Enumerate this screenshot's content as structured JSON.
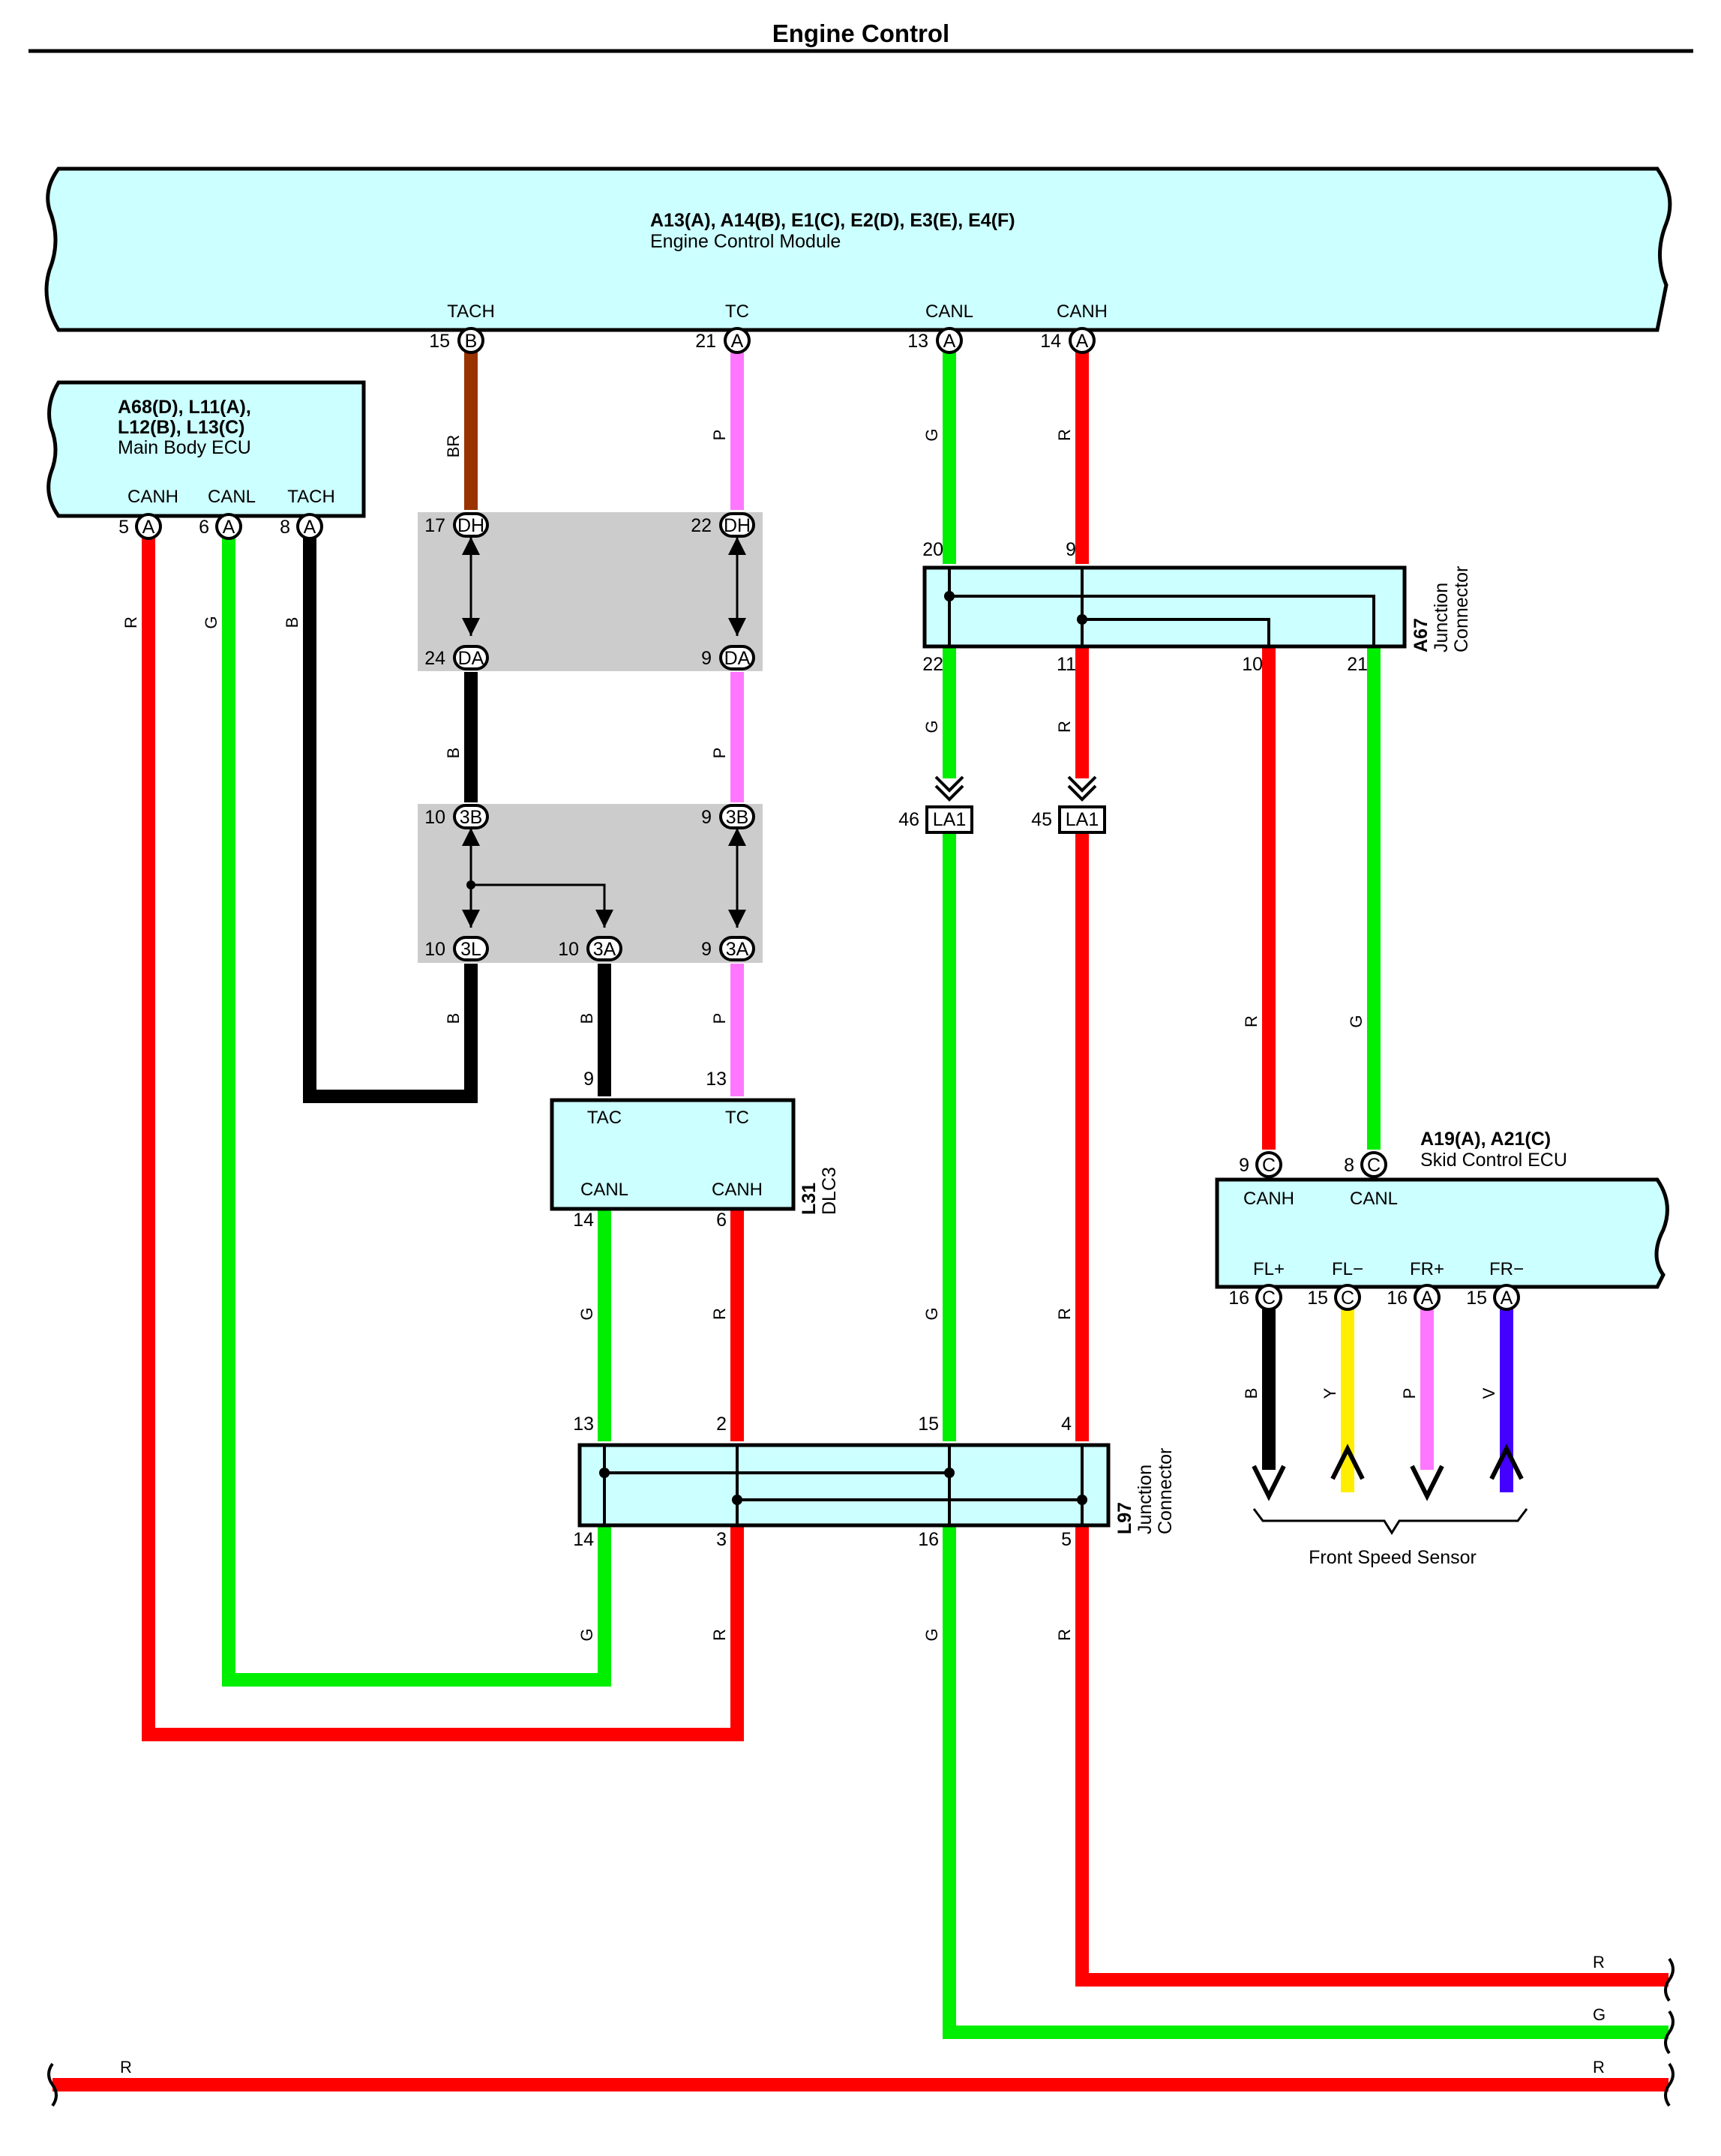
{
  "title": "Engine Control",
  "colors": {
    "R": "#ff0000",
    "G": "#00ee00",
    "B": "#000000",
    "P": "#ff77ff",
    "BR": "#993300",
    "Y": "#ffee00",
    "V": "#4400ff",
    "component_fill": "#ccffff",
    "junction_block_fill": "#cccccc"
  },
  "ecm": {
    "ref": "A13(A), A14(B), E1(C), E2(D), E3(E), E4(F)",
    "name": "Engine Control Module",
    "terminals": [
      {
        "label": "TACH",
        "pin": "15",
        "connector": "B",
        "wire": "BR"
      },
      {
        "label": "TC",
        "pin": "21",
        "connector": "A",
        "wire": "P"
      },
      {
        "label": "CANL",
        "pin": "13",
        "connector": "A",
        "wire": "G"
      },
      {
        "label": "CANH",
        "pin": "14",
        "connector": "A",
        "wire": "R"
      }
    ]
  },
  "main_body_ecu": {
    "ref_line1": "A68(D), L11(A),",
    "ref_line2": "L12(B), L13(C)",
    "name": "Main Body ECU",
    "terminals": [
      {
        "label": "CANH",
        "pin": "5",
        "connector": "A",
        "wire": "R"
      },
      {
        "label": "CANL",
        "pin": "6",
        "connector": "A",
        "wire": "G"
      },
      {
        "label": "TACH",
        "pin": "8",
        "connector": "A",
        "wire": "B"
      }
    ]
  },
  "junction_block_1": {
    "pins": [
      {
        "pin": "17",
        "connector": "DH"
      },
      {
        "pin": "22",
        "connector": "DH"
      },
      {
        "pin": "24",
        "connector": "DA"
      },
      {
        "pin": "9",
        "connector": "DA"
      }
    ]
  },
  "junction_block_2": {
    "pins": [
      {
        "pin": "10",
        "connector": "3B"
      },
      {
        "pin": "9",
        "connector": "3B"
      },
      {
        "pin": "10",
        "connector": "3L"
      },
      {
        "pin": "10",
        "connector": "3A"
      },
      {
        "pin": "9",
        "connector": "3A"
      }
    ]
  },
  "a67": {
    "ref": "A67",
    "name_line1": "Junction",
    "name_line2": "Connector",
    "pins_top": [
      "20",
      "9"
    ],
    "pins_bottom": [
      "22",
      "11",
      "10",
      "21"
    ]
  },
  "la1": [
    {
      "pin": "46",
      "connector": "LA1"
    },
    {
      "pin": "45",
      "connector": "LA1"
    }
  ],
  "dlc3": {
    "ref": "L31",
    "name": "DLC3",
    "terminals_top": [
      {
        "label": "TAC",
        "pin": "9"
      },
      {
        "label": "TC",
        "pin": "13"
      }
    ],
    "terminals_bottom": [
      {
        "label": "CANL",
        "pin": "14"
      },
      {
        "label": "CANH",
        "pin": "6"
      }
    ]
  },
  "l97": {
    "ref": "L97",
    "name_line1": "Junction",
    "name_line2": "Connector",
    "pins_top": [
      "13",
      "2",
      "15",
      "4"
    ],
    "pins_bottom": [
      "14",
      "3",
      "16",
      "5"
    ]
  },
  "skid_ecu": {
    "ref": "A19(A), A21(C)",
    "name": "Skid Control ECU",
    "terminals_top": [
      {
        "label": "CANH",
        "pin": "9",
        "connector": "C"
      },
      {
        "label": "CANL",
        "pin": "8",
        "connector": "C"
      }
    ],
    "terminals_bottom": [
      {
        "label": "FL+",
        "pin": "16",
        "connector": "C",
        "wire": "B"
      },
      {
        "label": "FL−",
        "pin": "15",
        "connector": "C",
        "wire": "Y"
      },
      {
        "label": "FR+",
        "pin": "16",
        "connector": "A",
        "wire": "P"
      },
      {
        "label": "FR−",
        "pin": "15",
        "connector": "A",
        "wire": "V"
      }
    ]
  },
  "front_speed_sensor": {
    "name": "Front Speed Sensor"
  },
  "wire_labels": {
    "r": "R",
    "g": "G",
    "b": "B",
    "p": "P",
    "br": "BR",
    "y": "Y",
    "v": "V"
  },
  "exit_wires": [
    "R",
    "G",
    "R"
  ],
  "entry_wires": [
    "R"
  ]
}
